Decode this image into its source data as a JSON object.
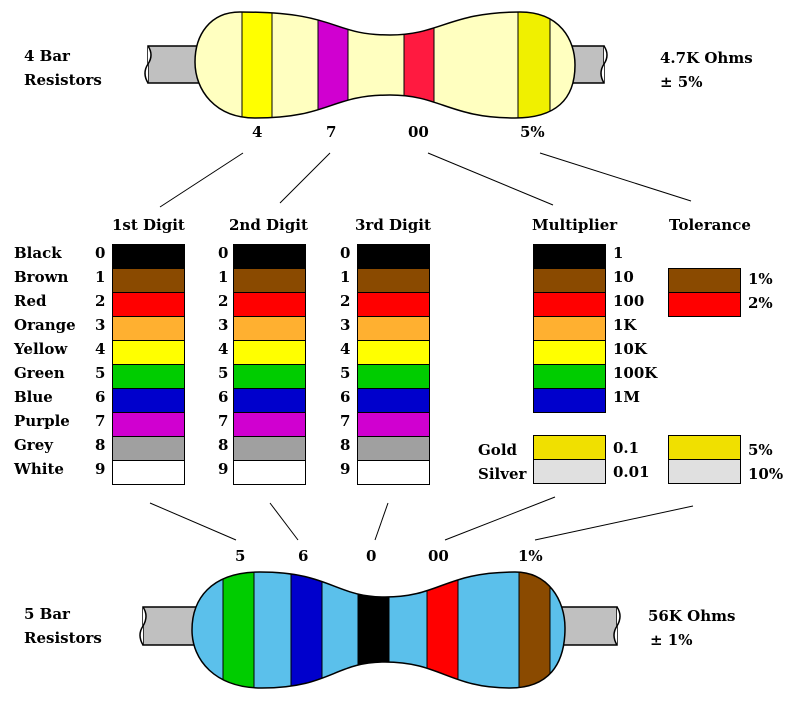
{
  "top": {
    "label_line1": "4 Bar",
    "label_line2": "Resistors",
    "value_line1": "4.7K Ohms",
    "value_line2": "± 5%",
    "band_labels": [
      "4",
      "7",
      "00",
      "5%"
    ],
    "body_color": "#ffffc0",
    "band_colors": [
      "#ffff00",
      "#d000d0",
      "#ff1a40",
      "#f0f000"
    ]
  },
  "bottom": {
    "label_line1": "5 Bar",
    "label_line2": "Resistors",
    "value_line1": "56K Ohms",
    "value_line2": "± 1%",
    "band_labels": [
      "5",
      "6",
      "0",
      "00",
      "1%"
    ],
    "body_color": "#5bc0eb",
    "band_colors": [
      "#00cc00",
      "#0000cc",
      "#000000",
      "#ff0000",
      "#8a4a00"
    ]
  },
  "headers": {
    "digit1": "1st Digit",
    "digit2": "2nd Digit",
    "digit3": "3rd Digit",
    "multiplier": "Multiplier",
    "tolerance": "Tolerance"
  },
  "colors": [
    {
      "name": "Black",
      "digit": "0",
      "hex": "#000000"
    },
    {
      "name": "Brown",
      "digit": "1",
      "hex": "#8a4a00"
    },
    {
      "name": "Red",
      "digit": "2",
      "hex": "#ff0000"
    },
    {
      "name": "Orange",
      "digit": "3",
      "hex": "#ffb030"
    },
    {
      "name": "Yellow",
      "digit": "4",
      "hex": "#ffff00"
    },
    {
      "name": "Green",
      "digit": "5",
      "hex": "#00cc00"
    },
    {
      "name": "Blue",
      "digit": "6",
      "hex": "#0000cc"
    },
    {
      "name": "Purple",
      "digit": "7",
      "hex": "#d000d0"
    },
    {
      "name": "Grey",
      "digit": "8",
      "hex": "#a0a0a0"
    },
    {
      "name": "White",
      "digit": "9",
      "hex": "#ffffff"
    }
  ],
  "multipliers": [
    "1",
    "10",
    "100",
    "1K",
    "10K",
    "100K",
    "1M"
  ],
  "tolerances": [
    {
      "hex": "#8a4a00",
      "value": "1%"
    },
    {
      "hex": "#ff0000",
      "value": "2%"
    }
  ],
  "metals": [
    {
      "name": "Gold",
      "hex": "#f0e000",
      "multiplier": "0.1",
      "tolerance": "5%"
    },
    {
      "name": "Silver",
      "hex": "#e0e0e0",
      "multiplier": "0.01",
      "tolerance": "10%"
    }
  ]
}
